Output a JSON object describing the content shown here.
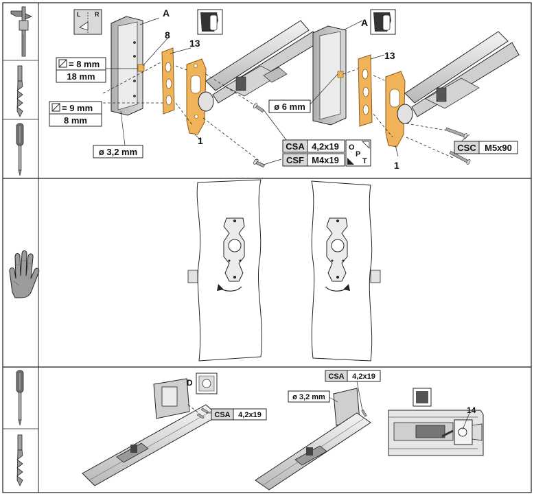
{
  "colors": {
    "orange_part": "#f0b35a",
    "orange_dark": "#c97a1e",
    "gray_panel": "#c8c8c8",
    "gray_dark": "#8a8a8a",
    "box_fill": "#d9d9d9",
    "outline": "#1a1a1a"
  },
  "tools": {
    "row1": [
      "caliper-icon",
      "drill-bit-icon",
      "screwdriver-icon"
    ],
    "row2": [
      "gloved-hand-icon"
    ],
    "row3": [
      "screwdriver-icon",
      "drill-bit-icon"
    ]
  },
  "step1": {
    "left": {
      "label_A": "A",
      "label_8": "8",
      "label_13": "13",
      "label_1": "1",
      "dim_square_8": "= 8 mm",
      "dim_18": "18 mm",
      "dim_square_9": "= 9 mm",
      "dim_8": "8 mm",
      "dim_drill": "ø 3,2 mm",
      "screw_csa_code": "CSA",
      "screw_csa_size": "4,2x19",
      "screw_csf_code": "CSF",
      "screw_csf_size": "M4x19",
      "opt_O": "O",
      "opt_P": "P",
      "opt_T": "T",
      "lr_L": "L",
      "lr_R": "R"
    },
    "right": {
      "label_A": "A",
      "label_13": "13",
      "label_1": "1",
      "dim_drill": "ø 6 mm",
      "screw_csc_code": "CSC",
      "screw_csc_size": "M5x90"
    }
  },
  "step3": {
    "label_D": "D",
    "left_screw_code": "CSA",
    "left_screw_size": "4,2x19",
    "right_screw_code": "CSA",
    "right_screw_size": "4,2x19",
    "right_drill": "ø 3,2 mm",
    "label_14": "14"
  }
}
